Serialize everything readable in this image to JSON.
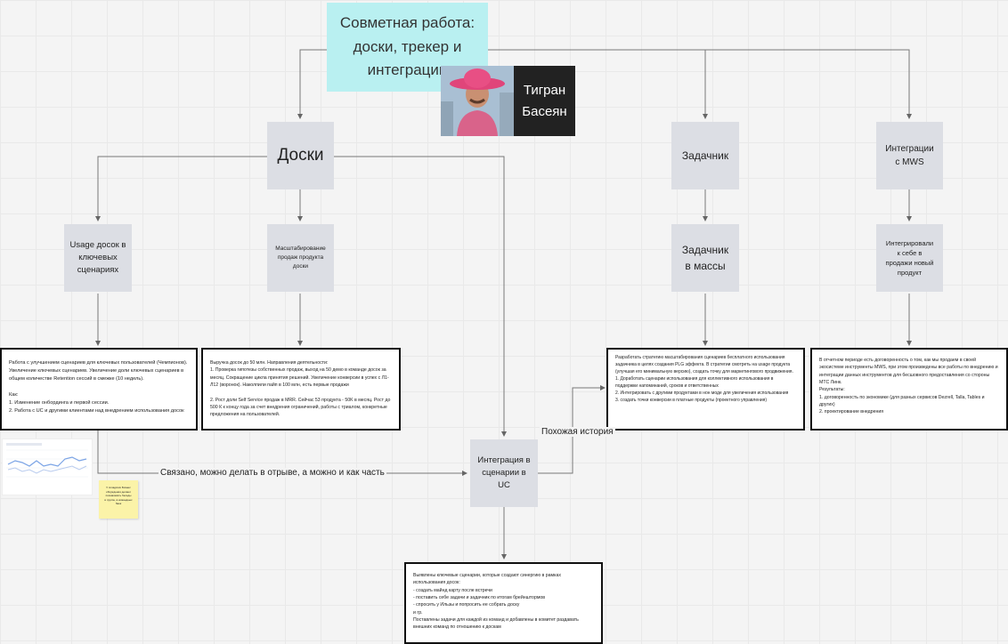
{
  "root": {
    "title": "Совметная работа: доски, трекер и интеграции"
  },
  "author": {
    "name": "Тигран Басеян"
  },
  "nodes": {
    "boards": "Доски",
    "tracker": "Задачник",
    "mws": "Интеграции с MWS",
    "usage": "Usage досок в ключевых сценариях",
    "scaling": "Масштабирование продаж продукта доски",
    "tracker_mass": "Задачник в массы",
    "mws_integrated": "Интегрировали к себе в продажи новый продукт",
    "uc": "Интеграция в сценарии в UC"
  },
  "notes": {
    "usage": "Работа с улучшением сценариев для ключевых пользователей (Чемпионов).\nУвеличение ключевых сценариев. Увеличение доли ключевых сценариев в общем количестве Retention сессий в смежке (10 недель).\n\nКак:\n1. Изменение онбординга и первой сессии.\n2. Работа с UC и другими клиентами над внедрением использования досок",
    "scaling": "Выручка досок до 50 млн. Направления деятельности:\n1. Проверка гипотезы собственных продаж, выход на 50 демо в команде досок за месяц. Сокращение цикла принятия решений. Увеличение конверсии в успех с Л1-Л12 (воронок). Наколпили пайп в 100 млн, есть первые продажи\n\n2. Рост доли Self Service продаж в MRR. Сейчас 53 продукта - 50K в месяц. Рост до 500 К к концу года за счет внедрения ограничений, работы с триалом, конкретные предложения на пользователей.",
    "tracker": "Разработать стратегию масштабирования сценариев бесплатного использования задачника в целях создания PLG эффекта. В стратегии смотреть на usage продукта (улучшая его минимальную версию), создать точку для маркетингового продвижения.\n1. Доработать сценарии использования для коллективного использования в поддержки напоминаний, сроков и ответственных\n2. Интегрировать с другими продуктами в нон моде для увеличения использования\n3. создать точки конверсии в платные продукты (проектного управления)",
    "mws": "В отчетном периоде есть договоренность о том, как мы продаем в своей экосистеме инструменты MWS, при этом произведены все работы по внедрению и интеграции данных инструментов для бесшовного предоставления со стороны МТС Линк.\nРезультаты:\n1. договоренность по экономике (для разных сервисов Dezrell, Talla, Tables и других)\n2. проектирование внедрения",
    "uc": "Выявлены ключевые сценарии, которые создают синергию в рамках использования досок:\n- создать майнд карту после встречи\n- поставить себе задачи и задачник по итогам брейнштормов\n- спросить у Ильзы и попросить ее собрать доску\nи гр.\nПоставлены задачи для каждой из команд и добавлены в комитет раздавать внешних команд по отношению к доскам"
  },
  "sticky": {
    "text": "У складских Бизнес\nобсуждения делают\nпознакомить беседы\nв группе, в командных\nбанк"
  },
  "edges": {
    "linked": "Связано, можно делать в отрыве, а можно и как часть",
    "similar": "Похожая история"
  }
}
